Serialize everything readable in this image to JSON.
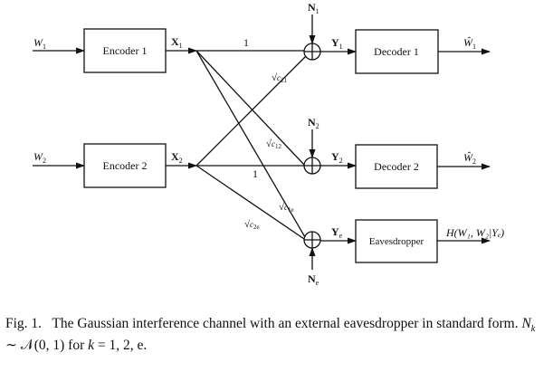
{
  "diagram": {
    "inputs": [
      {
        "id": "w1",
        "label": "W",
        "sub": "1"
      },
      {
        "id": "w2",
        "label": "W",
        "sub": "2"
      }
    ],
    "encoders": [
      {
        "id": "enc1",
        "label": "Encoder 1",
        "output": {
          "label": "X",
          "sub": "1"
        }
      },
      {
        "id": "enc2",
        "label": "Encoder 2",
        "output": {
          "label": "X",
          "sub": "2"
        }
      }
    ],
    "noise": [
      {
        "id": "n1",
        "label": "N",
        "sub": "1"
      },
      {
        "id": "n2",
        "label": "N",
        "sub": "2"
      },
      {
        "id": "ne",
        "label": "N",
        "sub": "e"
      }
    ],
    "receivers": [
      {
        "id": "dec1",
        "label": "Decoder 1",
        "input": {
          "label": "Y",
          "sub": "1"
        },
        "output": {
          "label": "Ŵ",
          "sub": "1"
        }
      },
      {
        "id": "dec2",
        "label": "Decoder 2",
        "input": {
          "label": "Y",
          "sub": "2"
        },
        "output": {
          "label": "Ŵ",
          "sub": "2"
        }
      },
      {
        "id": "eve",
        "label": "Eavesdropper",
        "input": {
          "label": "Y",
          "sub": "e"
        },
        "output": {
          "text": "H(W₁, W₂|Yₑ)"
        }
      }
    ],
    "links": [
      {
        "from": "X1",
        "to": "Y1",
        "gain": "1"
      },
      {
        "from": "X2",
        "to": "Y2",
        "gain": "1"
      },
      {
        "from": "X2",
        "to": "Y1",
        "gain": "√c21"
      },
      {
        "from": "X1",
        "to": "Y2",
        "gain": "√c12"
      },
      {
        "from": "X1",
        "to": "Ye",
        "gain": "√c1e"
      },
      {
        "from": "X2",
        "to": "Ye",
        "gain": "√c2e"
      }
    ],
    "gain_labels": {
      "one_top": "1",
      "one_mid": "1",
      "c21": {
        "root": "√",
        "c": "c",
        "sub": "21"
      },
      "c12": {
        "root": "√",
        "c": "c",
        "sub": "12"
      },
      "c1e": {
        "root": "√",
        "c": "c",
        "sub": "1e"
      },
      "c2e": {
        "root": "√",
        "c": "c",
        "sub": "2e"
      }
    }
  },
  "caption": {
    "fig_label": "Fig. 1.",
    "text_1": "The Gaussian interference channel with an external eavesdropper in standard form.",
    "math_nk": "N",
    "math_nk_sub": "k",
    "math_dist": "∼ 𝒩(0, 1)",
    "text_2": "for",
    "math_k": "k",
    "math_vals": "= 1, 2, e."
  }
}
